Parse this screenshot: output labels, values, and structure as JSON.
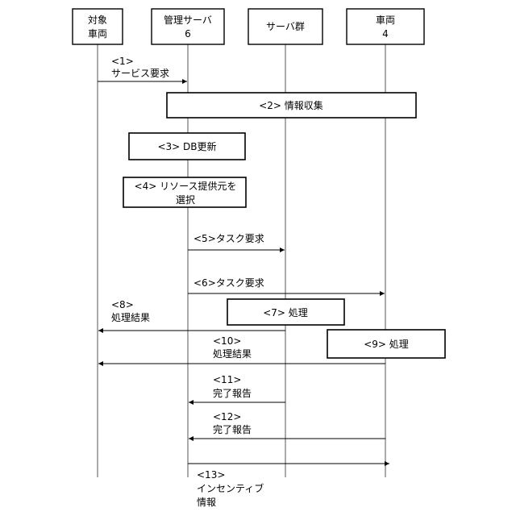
{
  "participants": [
    {
      "id": "target",
      "line1": "対象",
      "line2": "車両"
    },
    {
      "id": "server",
      "line1": "管理サーバ",
      "line2": "6"
    },
    {
      "id": "group",
      "line1": "サーバ群",
      "line2": ""
    },
    {
      "id": "vehicle",
      "line1": "車両",
      "line2": "4"
    }
  ],
  "steps": {
    "s1": {
      "num": "<1>",
      "text": "サービス要求"
    },
    "s2": {
      "text": "<2>  情報収集"
    },
    "s3": {
      "text": "<3>  DB更新"
    },
    "s4": {
      "line1": "<4>  リソース提供元を",
      "line2": "選択"
    },
    "s5": {
      "text": "<5>タスク要求"
    },
    "s6": {
      "text": "<6>タスク要求"
    },
    "s7": {
      "text": "<7>  処理"
    },
    "s8": {
      "num": "<8>",
      "text": "処理結果"
    },
    "s9": {
      "text": "<9>  処理"
    },
    "s10": {
      "num": "<10>",
      "text": "処理結果"
    },
    "s11": {
      "num": "<11>",
      "text": "完了報告"
    },
    "s12": {
      "num": "<12>",
      "text": "完了報告"
    },
    "s13": {
      "num": "<13>",
      "line2": "インセンティブ",
      "line3": "情報"
    }
  }
}
